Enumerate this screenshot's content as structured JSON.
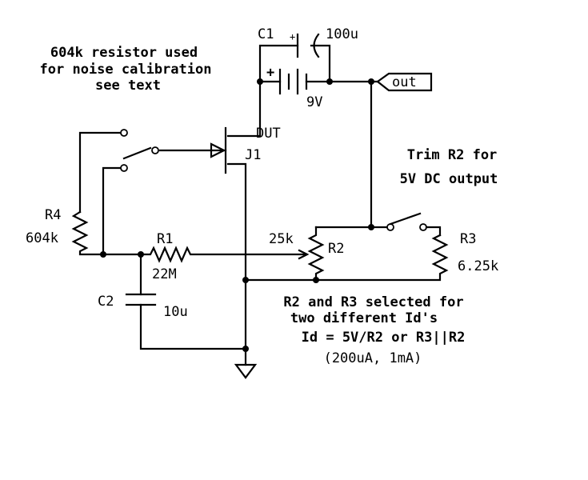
{
  "notes": {
    "calib": [
      "604k resistor used",
      "for noise calibration",
      "see text"
    ],
    "trim": [
      "Trim R2 for",
      "5V DC output"
    ],
    "select": [
      "R2 and R3 selected for",
      "two different Id's",
      "Id = 5V/R2 or R3||R2",
      "(200uA, 1mA)"
    ]
  },
  "labels": {
    "c1": "C1",
    "c1_plus": "+",
    "c1_value": "100u",
    "battery_plus": "+",
    "battery_value": "9V",
    "out": "out",
    "dut": "DUT",
    "j1": "J1",
    "r4": "R4",
    "r4_value": "604k",
    "r1": "R1",
    "r1_value": "22M",
    "c2": "C2",
    "c2_value": "10u",
    "r2": "R2",
    "r2_value": "25k",
    "r3": "R3",
    "r3_value": "6.25k"
  }
}
